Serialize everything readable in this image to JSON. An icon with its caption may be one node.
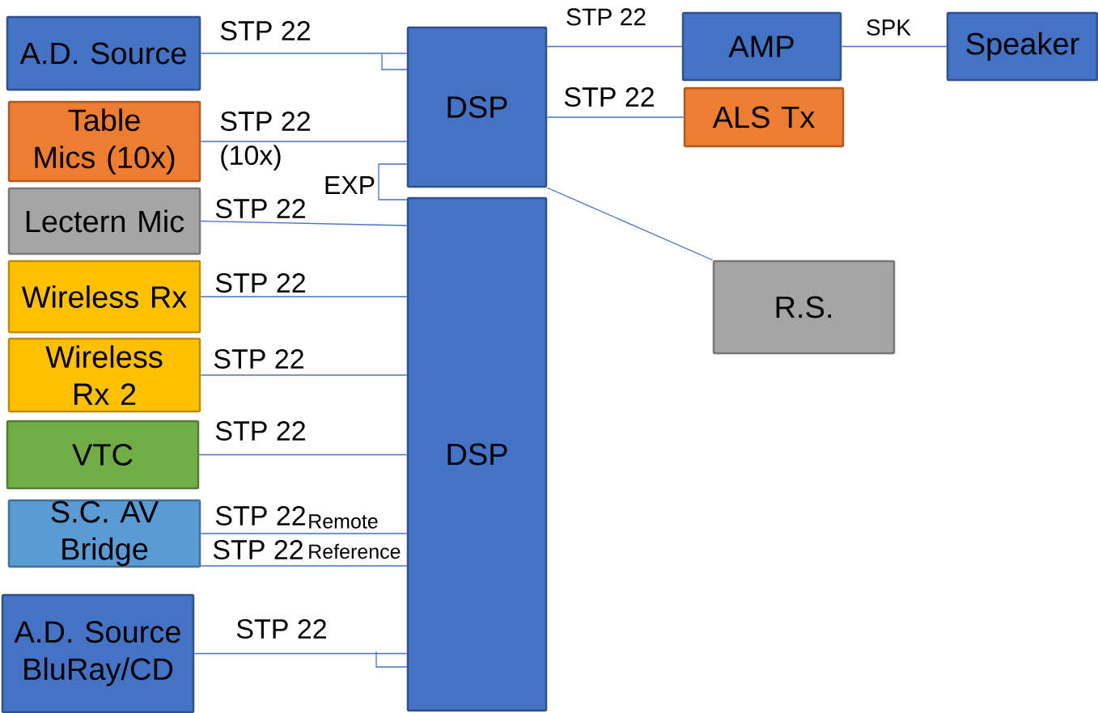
{
  "diagram": {
    "nodes": [
      {
        "text": [
          "A.D. Source"
        ]
      },
      {
        "text": [
          "Table Mics (10x)"
        ]
      },
      {
        "text": [
          "Lectern Mic"
        ]
      },
      {
        "text": [
          "Wireless Rx"
        ]
      },
      {
        "text": [
          "Wireless Rx 2"
        ]
      },
      {
        "text": [
          "VTC"
        ]
      },
      {
        "text": [
          "S.C. AV Bridge"
        ]
      },
      {
        "text": [
          "A.D. Source BluRay/CD"
        ]
      },
      {
        "text": [
          "DSP"
        ]
      },
      {
        "text": [
          "DSP"
        ]
      },
      {
        "text": [
          "AMP"
        ]
      },
      {
        "text": [
          "Speaker"
        ]
      },
      {
        "text": [
          "ALS Tx"
        ]
      },
      {
        "text": [
          "R.S."
        ]
      }
    ],
    "edges": [
      {
        "from": 0,
        "to": 8,
        "arrow": "none",
        "label": "STP 22"
      },
      {
        "from": 1,
        "to": 8,
        "arrow": "none",
        "label": "STP 22"
      },
      {
        "from": 2,
        "to": 9,
        "arrow": "none",
        "label": "STP 22"
      },
      {
        "from": 3,
        "to": 9,
        "arrow": "none",
        "label": "STP 22"
      },
      {
        "from": 4,
        "to": 9,
        "arrow": "none",
        "label": "STP 22"
      },
      {
        "from": 5,
        "to": 9,
        "arrow": "none",
        "label": "STP 22"
      },
      {
        "from": 6,
        "to": 9,
        "arrow": "none",
        "label": "STP 22"
      },
      {
        "from": 6,
        "to": 9,
        "arrow": "none",
        "label": "STP 22"
      },
      {
        "from": 7,
        "to": 9,
        "arrow": "none",
        "label": "STP 22"
      },
      {
        "from": 8,
        "to": 9,
        "arrow": "none",
        "label": "EXP"
      },
      {
        "from": 8,
        "to": 10,
        "arrow": "none",
        "label": "STP 22"
      },
      {
        "from": 10,
        "to": 11,
        "arrow": "none",
        "label": "SPK"
      },
      {
        "from": 8,
        "to": 12,
        "arrow": "none",
        "label": "STP 22"
      },
      {
        "from": 8,
        "to": 13,
        "arrow": "none"
      }
    ],
    "labels": [
      "(10x)",
      "Remote",
      "Reference"
    ]
  }
}
